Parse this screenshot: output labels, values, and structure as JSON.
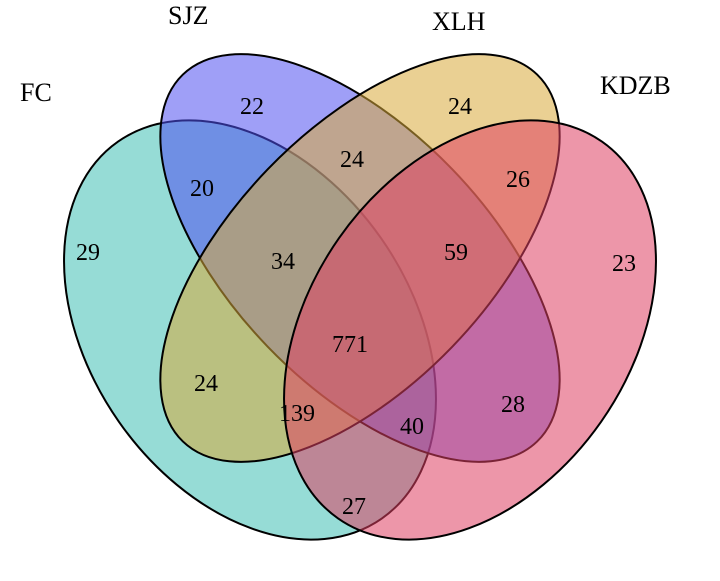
{
  "sets": [
    {
      "id": "FC",
      "label": "FC",
      "color": "#3fbfb4"
    },
    {
      "id": "SJZ",
      "label": "SJZ",
      "color": "#5050f0"
    },
    {
      "id": "XLH",
      "label": "XLH",
      "color": "#d9aa3a"
    },
    {
      "id": "KDZB",
      "label": "KDZB",
      "color": "#de3f63"
    }
  ],
  "regions": [
    {
      "id": "FC",
      "value": "29"
    },
    {
      "id": "SJZ",
      "value": "22"
    },
    {
      "id": "XLH",
      "value": "24"
    },
    {
      "id": "KDZB",
      "value": "23"
    },
    {
      "id": "FC_SJZ",
      "value": "20"
    },
    {
      "id": "SJZ_XLH",
      "value": "24"
    },
    {
      "id": "XLH_KDZB",
      "value": "26"
    },
    {
      "id": "FC_SJZ_XLH",
      "value": "34"
    },
    {
      "id": "SJZ_XLH_KDZB",
      "value": "59"
    },
    {
      "id": "ALL",
      "value": "771"
    },
    {
      "id": "FC_XLH",
      "value": "24"
    },
    {
      "id": "FC_XLH_KDZB",
      "value": "139"
    },
    {
      "id": "FC_SJZ_KDZB",
      "value": "40"
    },
    {
      "id": "SJZ_KDZB",
      "value": "28"
    },
    {
      "id": "FC_KDZB",
      "value": "27"
    }
  ]
}
